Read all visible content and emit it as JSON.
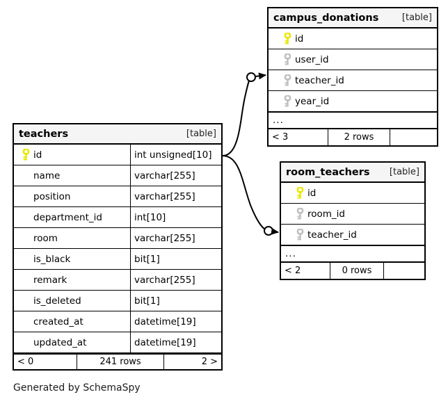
{
  "caption": "Generated by SchemaSpy",
  "colors": {
    "pk_key": "#e8e800",
    "fk_key": "#bfbfbf",
    "border": "#000000",
    "header_bg": "#f5f5f5",
    "background": "#ffffff"
  },
  "table_tag": "[table]",
  "ellipsis": "...",
  "tables": {
    "teachers": {
      "name": "teachers",
      "tag": "[table]",
      "columns": [
        {
          "key": "pk",
          "name": "id",
          "type": "int unsigned[10]"
        },
        {
          "key": "none",
          "name": "name",
          "type": "varchar[255]"
        },
        {
          "key": "none",
          "name": "position",
          "type": "varchar[255]"
        },
        {
          "key": "none",
          "name": "department_id",
          "type": "int[10]"
        },
        {
          "key": "none",
          "name": "room",
          "type": "varchar[255]"
        },
        {
          "key": "none",
          "name": "is_black",
          "type": "bit[1]"
        },
        {
          "key": "none",
          "name": "remark",
          "type": "varchar[255]"
        },
        {
          "key": "none",
          "name": "is_deleted",
          "type": "bit[1]"
        },
        {
          "key": "none",
          "name": "created_at",
          "type": "datetime[19]"
        },
        {
          "key": "none",
          "name": "updated_at",
          "type": "datetime[19]"
        }
      ],
      "footer": {
        "prev": "< 0",
        "rows": "241 rows",
        "next": "2 >"
      }
    },
    "campus_donations": {
      "name": "campus_donations",
      "tag": "[table]",
      "columns": [
        {
          "key": "pk",
          "name": "id"
        },
        {
          "key": "fk",
          "name": "user_id"
        },
        {
          "key": "fk",
          "name": "teacher_id"
        },
        {
          "key": "fk",
          "name": "year_id"
        }
      ],
      "ellipsis": "...",
      "footer": {
        "prev": "< 3",
        "rows": "2 rows",
        "next": ""
      }
    },
    "room_teachers": {
      "name": "room_teachers",
      "tag": "[table]",
      "columns": [
        {
          "key": "pk",
          "name": "id"
        },
        {
          "key": "fk",
          "name": "room_id"
        },
        {
          "key": "fk",
          "name": "teacher_id"
        }
      ],
      "ellipsis": "...",
      "footer": {
        "prev": "< 2",
        "rows": "0 rows",
        "next": ""
      }
    }
  },
  "relationships": [
    {
      "from_table": "teachers",
      "from_column": "id",
      "to_table": "campus_donations",
      "to_column": "teacher_id"
    },
    {
      "from_table": "teachers",
      "from_column": "id",
      "to_table": "room_teachers",
      "to_column": "teacher_id"
    }
  ]
}
